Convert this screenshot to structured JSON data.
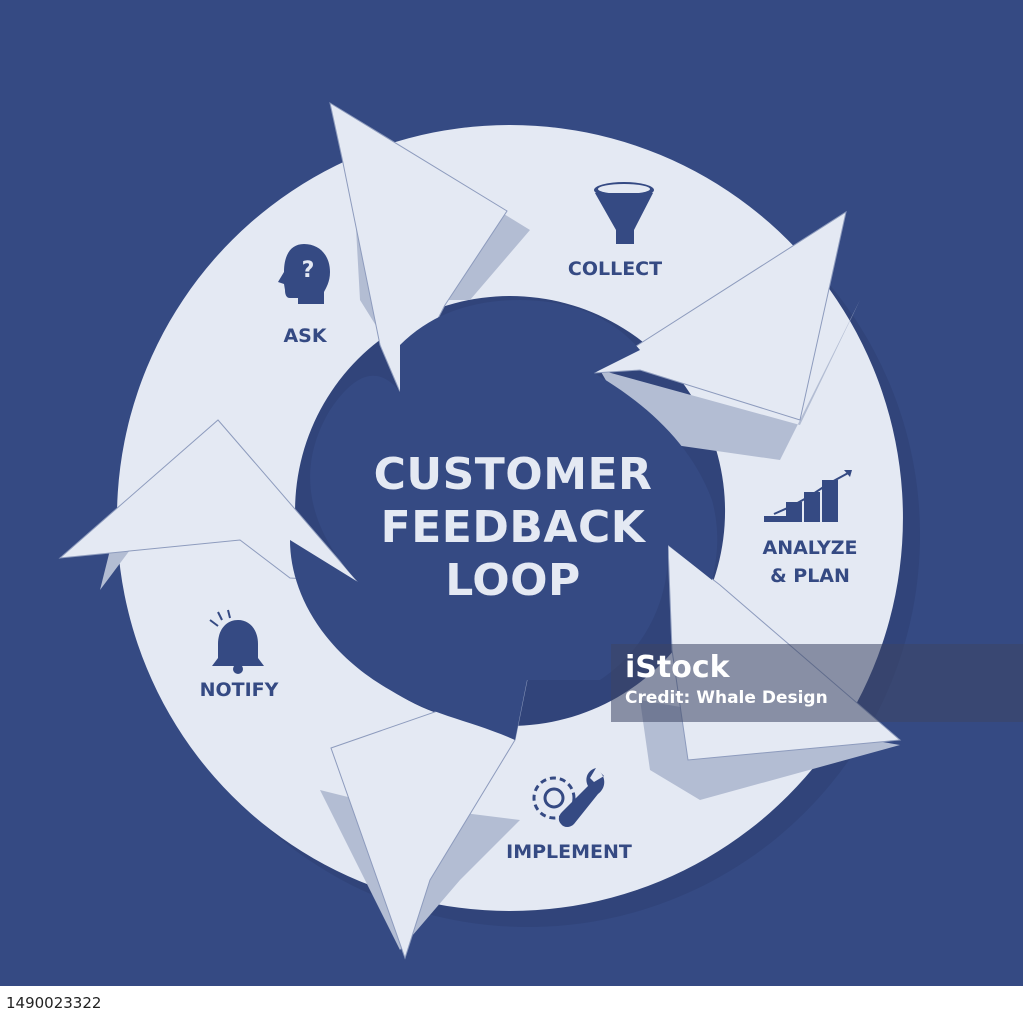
{
  "title": {
    "line1": "CUSTOMER",
    "line2": "FEEDBACK",
    "line3": "LOOP"
  },
  "steps": [
    {
      "label": "ASK",
      "icon": "head-question-icon"
    },
    {
      "label": "COLLECT",
      "icon": "funnel-icon"
    },
    {
      "label": "ANALYZE",
      "label2": "& PLAN",
      "icon": "growth-chart-icon"
    },
    {
      "label": "IMPLEMENT",
      "icon": "gear-wrench-icon"
    },
    {
      "label": "NOTIFY",
      "icon": "bell-icon"
    }
  ],
  "watermark": {
    "logo": "iStock",
    "credit": "Credit: Whale Design"
  },
  "footer": {
    "image_id": "1490023322"
  },
  "colors": {
    "background": "#354a83",
    "ring": "#e4e9f3",
    "shadow": "#aeb9d0",
    "text_dark": "#354a83"
  }
}
